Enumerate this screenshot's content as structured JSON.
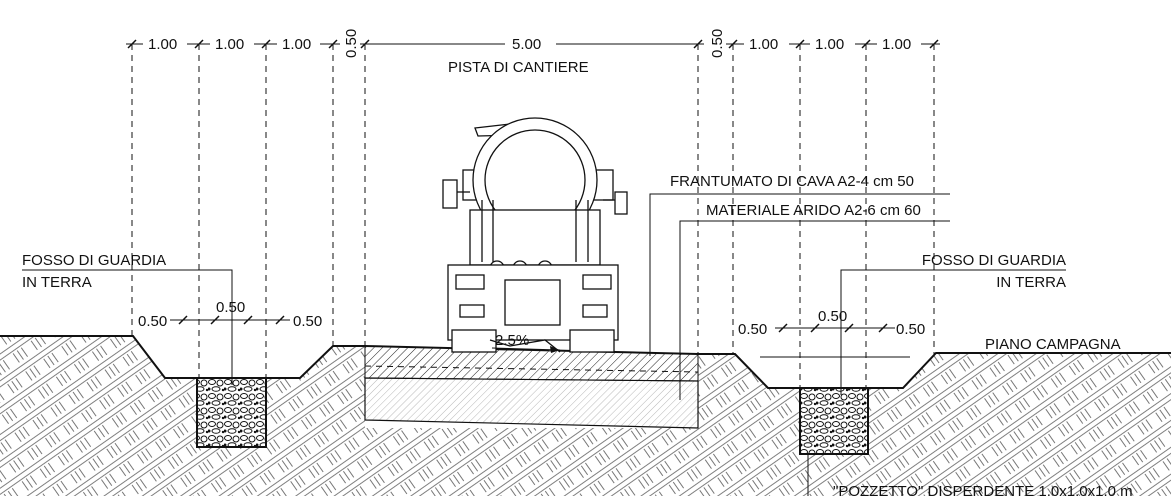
{
  "title": "PISTA DI CANTIERE",
  "dimensions_top": {
    "left_1": "1.00",
    "left_2": "1.00",
    "left_3": "1.00",
    "left_margin": "0.50",
    "road": "5.00",
    "right_margin": "0.50",
    "right_1": "1.00",
    "right_2": "1.00",
    "right_3": "1.00"
  },
  "layers": {
    "top_layer": "FRANTUMATO DI CAVA A2-4 cm 50",
    "bottom_layer": "MATERIALE ARIDO A2-6 cm 60"
  },
  "ditch_left": {
    "label_line1": "FOSSO DI GUARDIA",
    "label_line2": "IN TERRA",
    "dim_left": "0.50",
    "dim_mid": "0.50",
    "dim_right": "0.50"
  },
  "ditch_right": {
    "label_line1": "FOSSO DI GUARDIA",
    "label_line2": "IN TERRA",
    "dim_left": "0.50",
    "dim_mid": "0.50",
    "dim_right": "0.50"
  },
  "slope": "2.5%",
  "ground_label": "PIANO CAMPAGNA",
  "well_label": "\"POZZETTO\" DISPERDENTE 1.0x1.0x1.0 m"
}
